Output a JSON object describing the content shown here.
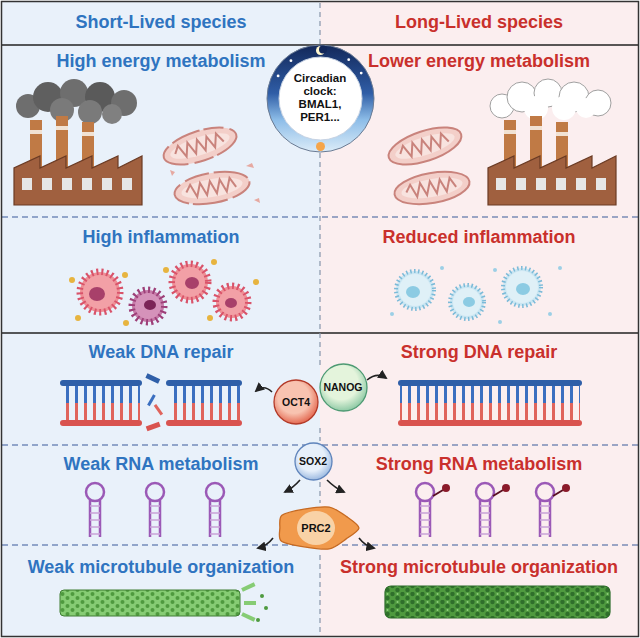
{
  "diagram": {
    "nodes": [
      {
        "text": [
          "Short-Lived species"
        ]
      },
      {
        "text": [
          "Long-Lived species"
        ]
      },
      {
        "text": [
          "Circadian clock: BMAL1, PER1..."
        ]
      },
      {
        "text": [
          "High energy metabolism"
        ],
        "in": 0
      },
      {
        "text": [
          "Lower energy metabolism"
        ],
        "in": 1
      },
      {
        "text": [
          "High inflammation"
        ],
        "in": 0
      },
      {
        "text": [
          "Reduced inflammation"
        ],
        "in": 1
      },
      {
        "text": [
          "Weak DNA repair"
        ],
        "in": 0
      },
      {
        "text": [
          "Strong DNA repair"
        ],
        "in": 1
      },
      {
        "text": [
          "OCT4"
        ]
      },
      {
        "text": [
          "NANOG"
        ]
      },
      {
        "text": [
          "Weak RNA metabolism"
        ],
        "in": 0
      },
      {
        "text": [
          "SOX2"
        ]
      },
      {
        "text": [
          "Strong RNA metabolism"
        ],
        "in": 1
      },
      {
        "text": [
          "PRC2"
        ]
      },
      {
        "text": [
          "Weak microtubule organization"
        ],
        "in": 0
      },
      {
        "text": [
          "Strong microtubule organization"
        ],
        "in": 1
      }
    ]
  }
}
